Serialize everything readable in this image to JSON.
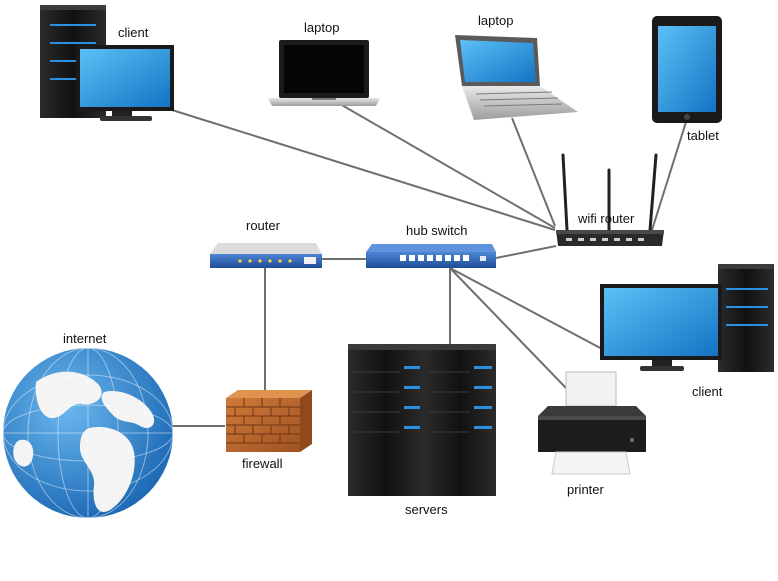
{
  "diagram": {
    "labels": {
      "client_top": "client",
      "laptop_1": "laptop",
      "laptop_2": "laptop",
      "tablet": "tablet",
      "wifi_router": "wifi router",
      "router": "router",
      "hub_switch": "hub switch",
      "internet": "internet",
      "firewall": "firewall",
      "servers": "servers",
      "printer": "printer",
      "client_right": "client"
    },
    "colors": {
      "screen_blue": "#1f8fd6",
      "device_dark": "#1e1e1e",
      "switch_blue": "#2a63b8",
      "brick": "#b8662e",
      "globe_ocean": "#2d88cf",
      "cable": "#6f6f6f"
    }
  }
}
